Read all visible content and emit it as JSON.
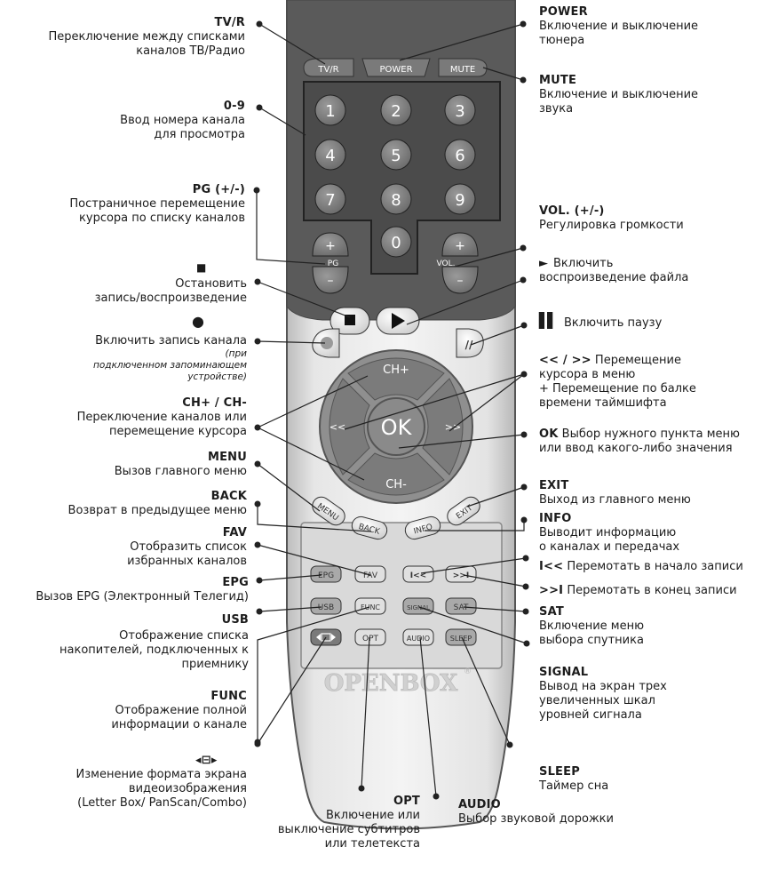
{
  "remote": {
    "top_buttons": [
      "TV/R",
      "POWER",
      "MUTE"
    ],
    "digits": [
      "1",
      "2",
      "3",
      "4",
      "5",
      "6",
      "7",
      "8",
      "9",
      "0"
    ],
    "pg_label": "PG",
    "vol_label": "VOL.",
    "plus": "+",
    "minus": "–",
    "ch_plus": "CH+",
    "ch_minus": "CH-",
    "ok": "OK",
    "left_arrows": "<<",
    "right_arrows": ">>",
    "menu": "MENU",
    "back": "BACK",
    "info": "INFO",
    "exit": "EXIT",
    "row1": [
      "EPG",
      "FAV",
      "I<<",
      ">>I"
    ],
    "row2": [
      "USB",
      "FUNC",
      "SIGNAL",
      "SAT"
    ],
    "row3": [
      "",
      "OPT",
      "AUDIO",
      "SLEEP"
    ],
    "brand": "OPENBOX",
    "reg": "®"
  },
  "labels": {
    "tvr": {
      "title": "TV/R",
      "desc": "Переключение между списками\nканалов ТВ/Радио"
    },
    "power": {
      "title": "POWER",
      "desc": "Включение и выключение\nтюнера"
    },
    "mute": {
      "title": "MUTE",
      "desc": "Включение и выключение\nзвука"
    },
    "digits": {
      "title": "0-9",
      "desc": "Ввод номера канала\nдля просмотра"
    },
    "pg": {
      "title": "PG (+/-)",
      "desc": "Постраничное перемещение\nкурсора по списку каналов"
    },
    "vol": {
      "title": "VOL. (+/-)",
      "desc": "Регулировка громкости"
    },
    "stop": {
      "title": "■",
      "desc": "Остановить\nзапись/воспроизведение"
    },
    "play": {
      "title": "►",
      "desc": "Включить\nвоспроизведение файла"
    },
    "rec": {
      "title": "●",
      "desc": "Включить запись канала",
      "note": "(при\nподключенном запоминающем\nустройстве)"
    },
    "pause": {
      "title": "▌▌",
      "desc": "Включить паузу"
    },
    "arrows": {
      "title": "<< / >>",
      "desc": "Перемещение\nкурсора в меню\n+ Перемещение по балке\nвремени таймшифта"
    },
    "ch": {
      "title": "CH+ / CH-",
      "desc": "Переключение каналов или\nперемещение курсора"
    },
    "ok": {
      "title": "OK",
      "desc": "Выбор нужного пункта меню\nили ввод какого-либо значения"
    },
    "menu": {
      "title": "MENU",
      "desc": "Вызов главного меню"
    },
    "exit": {
      "title": "EXIT",
      "desc": "Выход из главного меню"
    },
    "back": {
      "title": "BACK",
      "desc": "Возврат в предыдущее  меню"
    },
    "info": {
      "title": "INFO",
      "desc": "Выводит информацию\nо каналах и передачах"
    },
    "fav": {
      "title": "FAV",
      "desc": "Отобразить список\nизбранных каналов"
    },
    "rew": {
      "title": "I<<",
      "desc": "Перемотать в начало записи"
    },
    "epg": {
      "title": "EPG",
      "desc": "Вызов EPG (Электронный Телегид)"
    },
    "ffw": {
      "title": ">>I",
      "desc": "Перемотать в конец записи"
    },
    "usb": {
      "title": "USB",
      "desc": "Отображение списка\nнакопителей, подключенных к\nприемнику"
    },
    "sat": {
      "title": "SAT",
      "desc": "Включение меню\nвыбора спутника"
    },
    "signal": {
      "title": "SIGNAL",
      "desc": "Вывод на экран трех\nувеличенных шкал\nуровней сигнала"
    },
    "func": {
      "title": "FUNC",
      "desc": "Отображение полной\nинформации о канале"
    },
    "aspect": {
      "title": "◂⊟▸",
      "desc": "Изменение формата экрана\nвидеоизображения\n(Letter Box/ PanScan/Combo)"
    },
    "sleep": {
      "title": "SLEEP",
      "desc": "Таймер сна"
    },
    "opt": {
      "title": "OPT",
      "desc": "Включение или\nвыключение субтитров\nили телетекста"
    },
    "audio": {
      "title": "AUDIO",
      "desc": "Выбор звуковой дорожки"
    }
  }
}
